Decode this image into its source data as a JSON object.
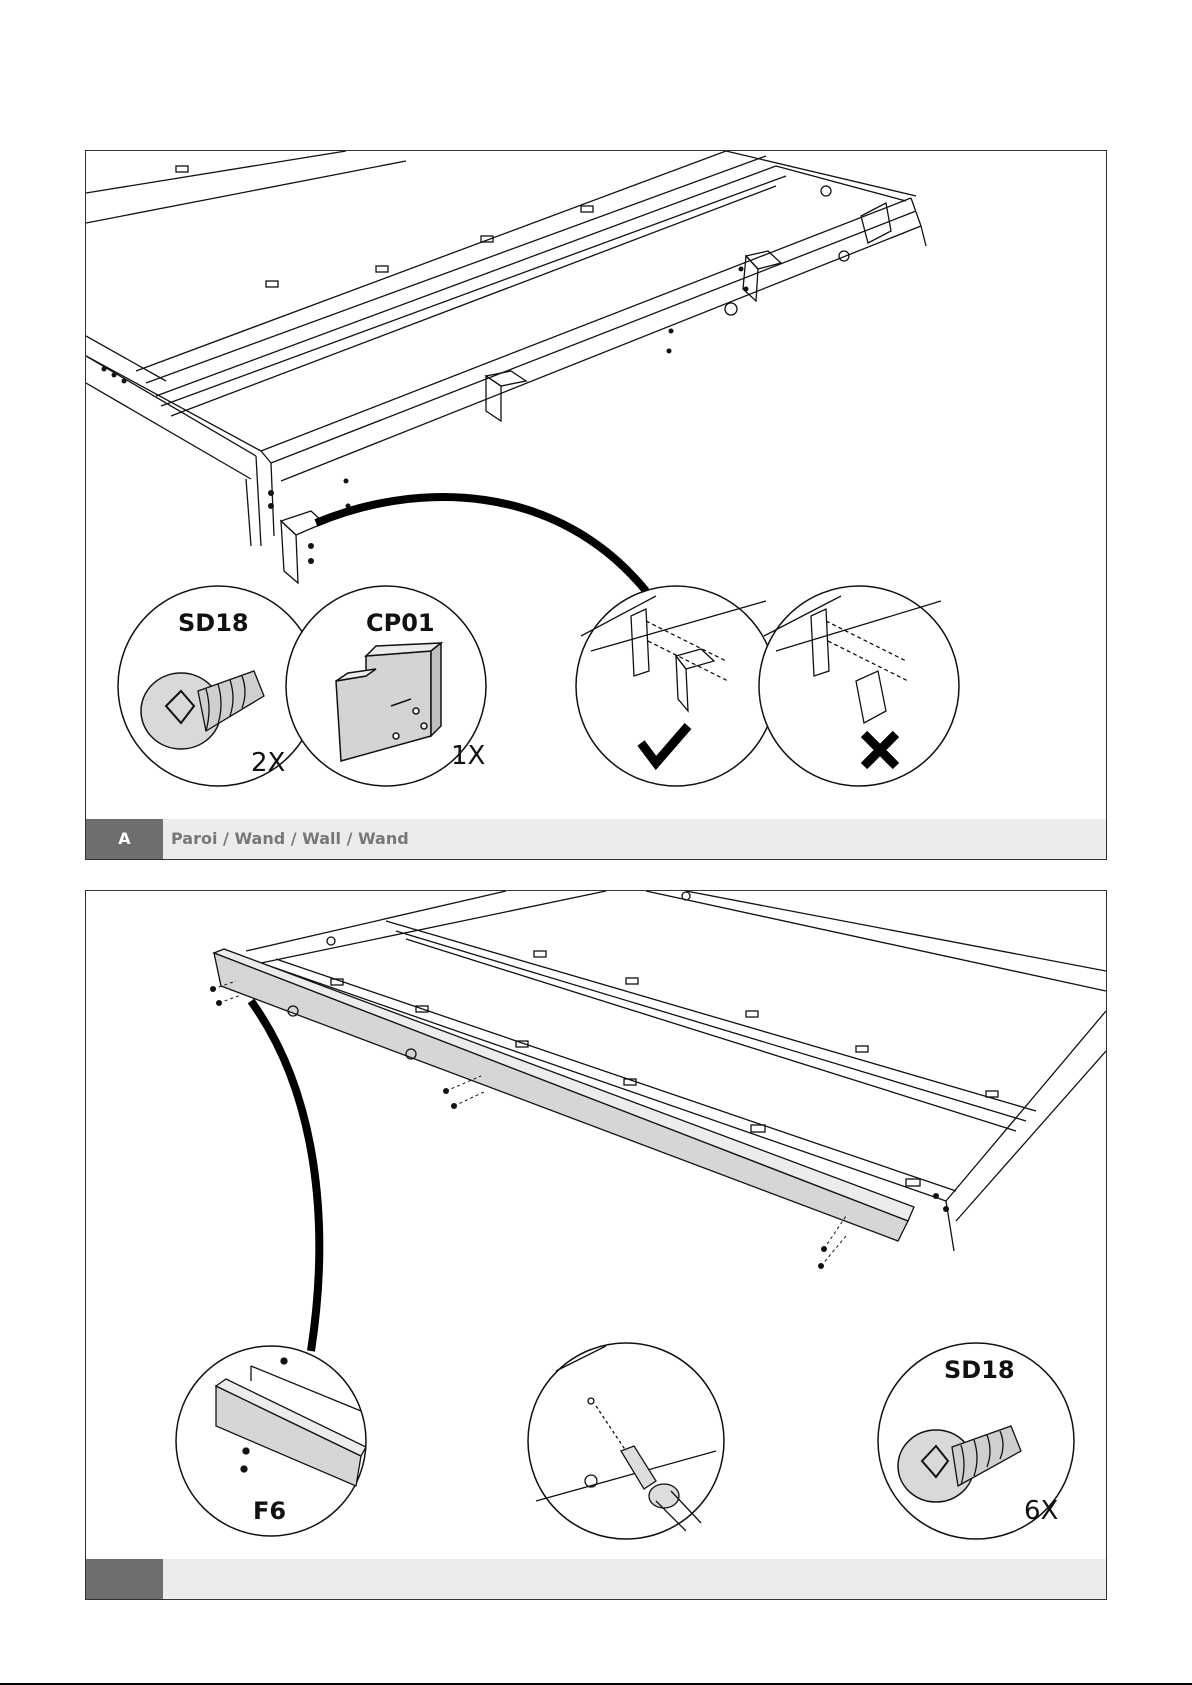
{
  "panels": [
    {
      "step": "A",
      "title": "Paroi / Wand / Wall / Wand",
      "parts": [
        {
          "code": "SD18",
          "qty": "2X",
          "icon": "screw-icon"
        },
        {
          "code": "CP01",
          "qty": "1X",
          "icon": "corner-plate-icon"
        }
      ],
      "details": [
        {
          "icon": "checkmark-icon",
          "meaning": "correct"
        },
        {
          "icon": "cross-icon",
          "meaning": "incorrect"
        }
      ]
    },
    {
      "step": "",
      "title": "",
      "parts": [
        {
          "code": "F6",
          "icon": "flashing-icon"
        },
        {
          "code": "SD18",
          "qty": "6X",
          "icon": "screw-icon"
        }
      ]
    }
  ],
  "colors": {
    "footer_bg": "#ececec",
    "step_bg": "#6e6e6e",
    "title_text": "#777777",
    "flashing_fill": "#d6d6d6"
  }
}
